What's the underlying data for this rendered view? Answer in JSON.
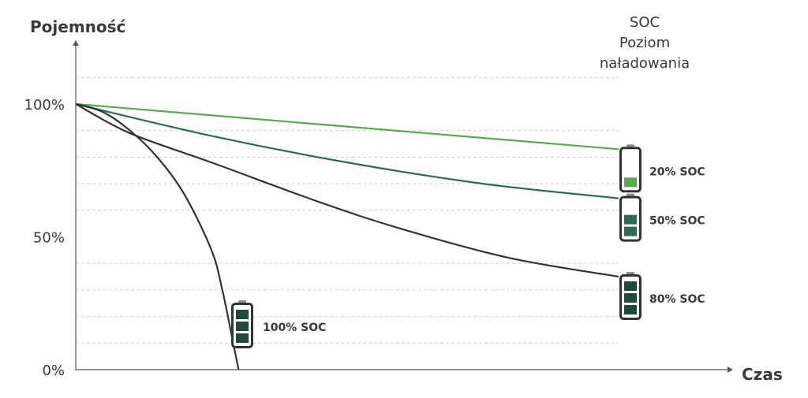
{
  "chart_data": {
    "type": "line",
    "ylabel": "Pojemność",
    "xlabel": "Czas",
    "legend_title": [
      "SOC",
      "Poziom",
      "naładowania"
    ],
    "y_ticks": [
      {
        "value": 100,
        "label": "100%"
      },
      {
        "value": 50,
        "label": "50%"
      },
      {
        "value": 0,
        "label": "0%"
      }
    ],
    "ylim": [
      0,
      100
    ],
    "xlim": [
      0,
      1
    ],
    "grid": true,
    "series": [
      {
        "name": "20% SOC",
        "color": "#5aa84f",
        "soc_level": 1,
        "points": [
          [
            0,
            100
          ],
          [
            1,
            83
          ]
        ]
      },
      {
        "name": "50% SOC",
        "color": "#2f6b4e",
        "soc_level": 2,
        "points": [
          [
            0,
            100
          ],
          [
            0.25,
            88
          ],
          [
            0.5,
            78
          ],
          [
            0.75,
            70
          ],
          [
            1,
            64.5
          ]
        ]
      },
      {
        "name": "80% SOC",
        "color": "#333333",
        "soc_level": 3,
        "points": [
          [
            0,
            100
          ],
          [
            0.1,
            89
          ],
          [
            0.25,
            78
          ],
          [
            0.45,
            63
          ],
          [
            0.6,
            53
          ],
          [
            0.8,
            42
          ],
          [
            1,
            35
          ]
        ]
      },
      {
        "name": "100% SOC",
        "color": "#333333",
        "soc_level": 3,
        "points": [
          [
            0,
            100
          ],
          [
            0.05,
            97
          ],
          [
            0.1,
            90
          ],
          [
            0.15,
            80
          ],
          [
            0.2,
            66
          ],
          [
            0.25,
            45
          ],
          [
            0.27,
            30
          ],
          [
            0.29,
            10
          ],
          [
            0.3,
            0
          ]
        ]
      }
    ]
  }
}
